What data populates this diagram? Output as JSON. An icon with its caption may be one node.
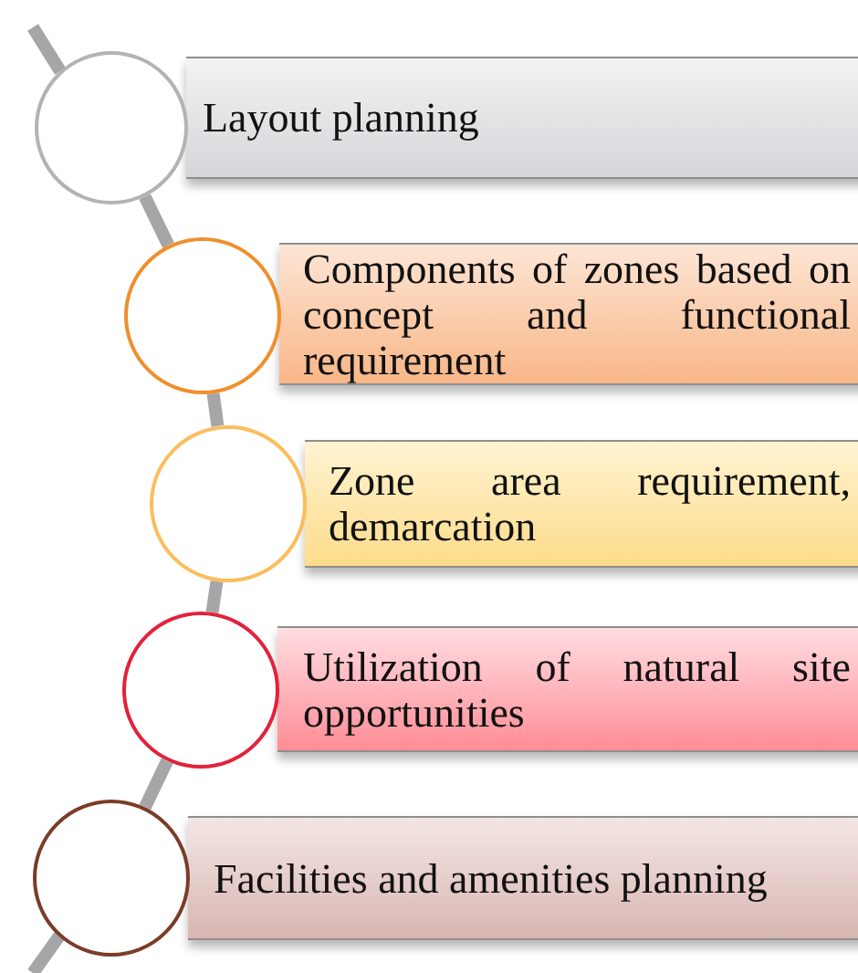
{
  "diagram": {
    "nodes": [
      {
        "text": [],
        "shape": "circle"
      },
      {
        "text": [
          "Layout planning"
        ]
      },
      {
        "text": [],
        "shape": "circle"
      },
      {
        "text": [
          "Components of zones based on concept and functional requirement"
        ]
      },
      {
        "text": [],
        "shape": "circle"
      },
      {
        "text": [
          "Zone area requirement, demarcation"
        ]
      },
      {
        "text": [],
        "shape": "circle"
      },
      {
        "text": [
          "Utilization of natural site opportunities"
        ]
      },
      {
        "text": [],
        "shape": "circle"
      },
      {
        "text": [
          "Facilities and amenities planning"
        ]
      }
    ],
    "edges": [
      {
        "from": 0,
        "to": 2,
        "arrow": "none"
      },
      {
        "from": 2,
        "to": 4,
        "arrow": "none"
      },
      {
        "from": 4,
        "to": 6,
        "arrow": "none"
      },
      {
        "from": 6,
        "to": 8,
        "arrow": "none"
      }
    ]
  }
}
